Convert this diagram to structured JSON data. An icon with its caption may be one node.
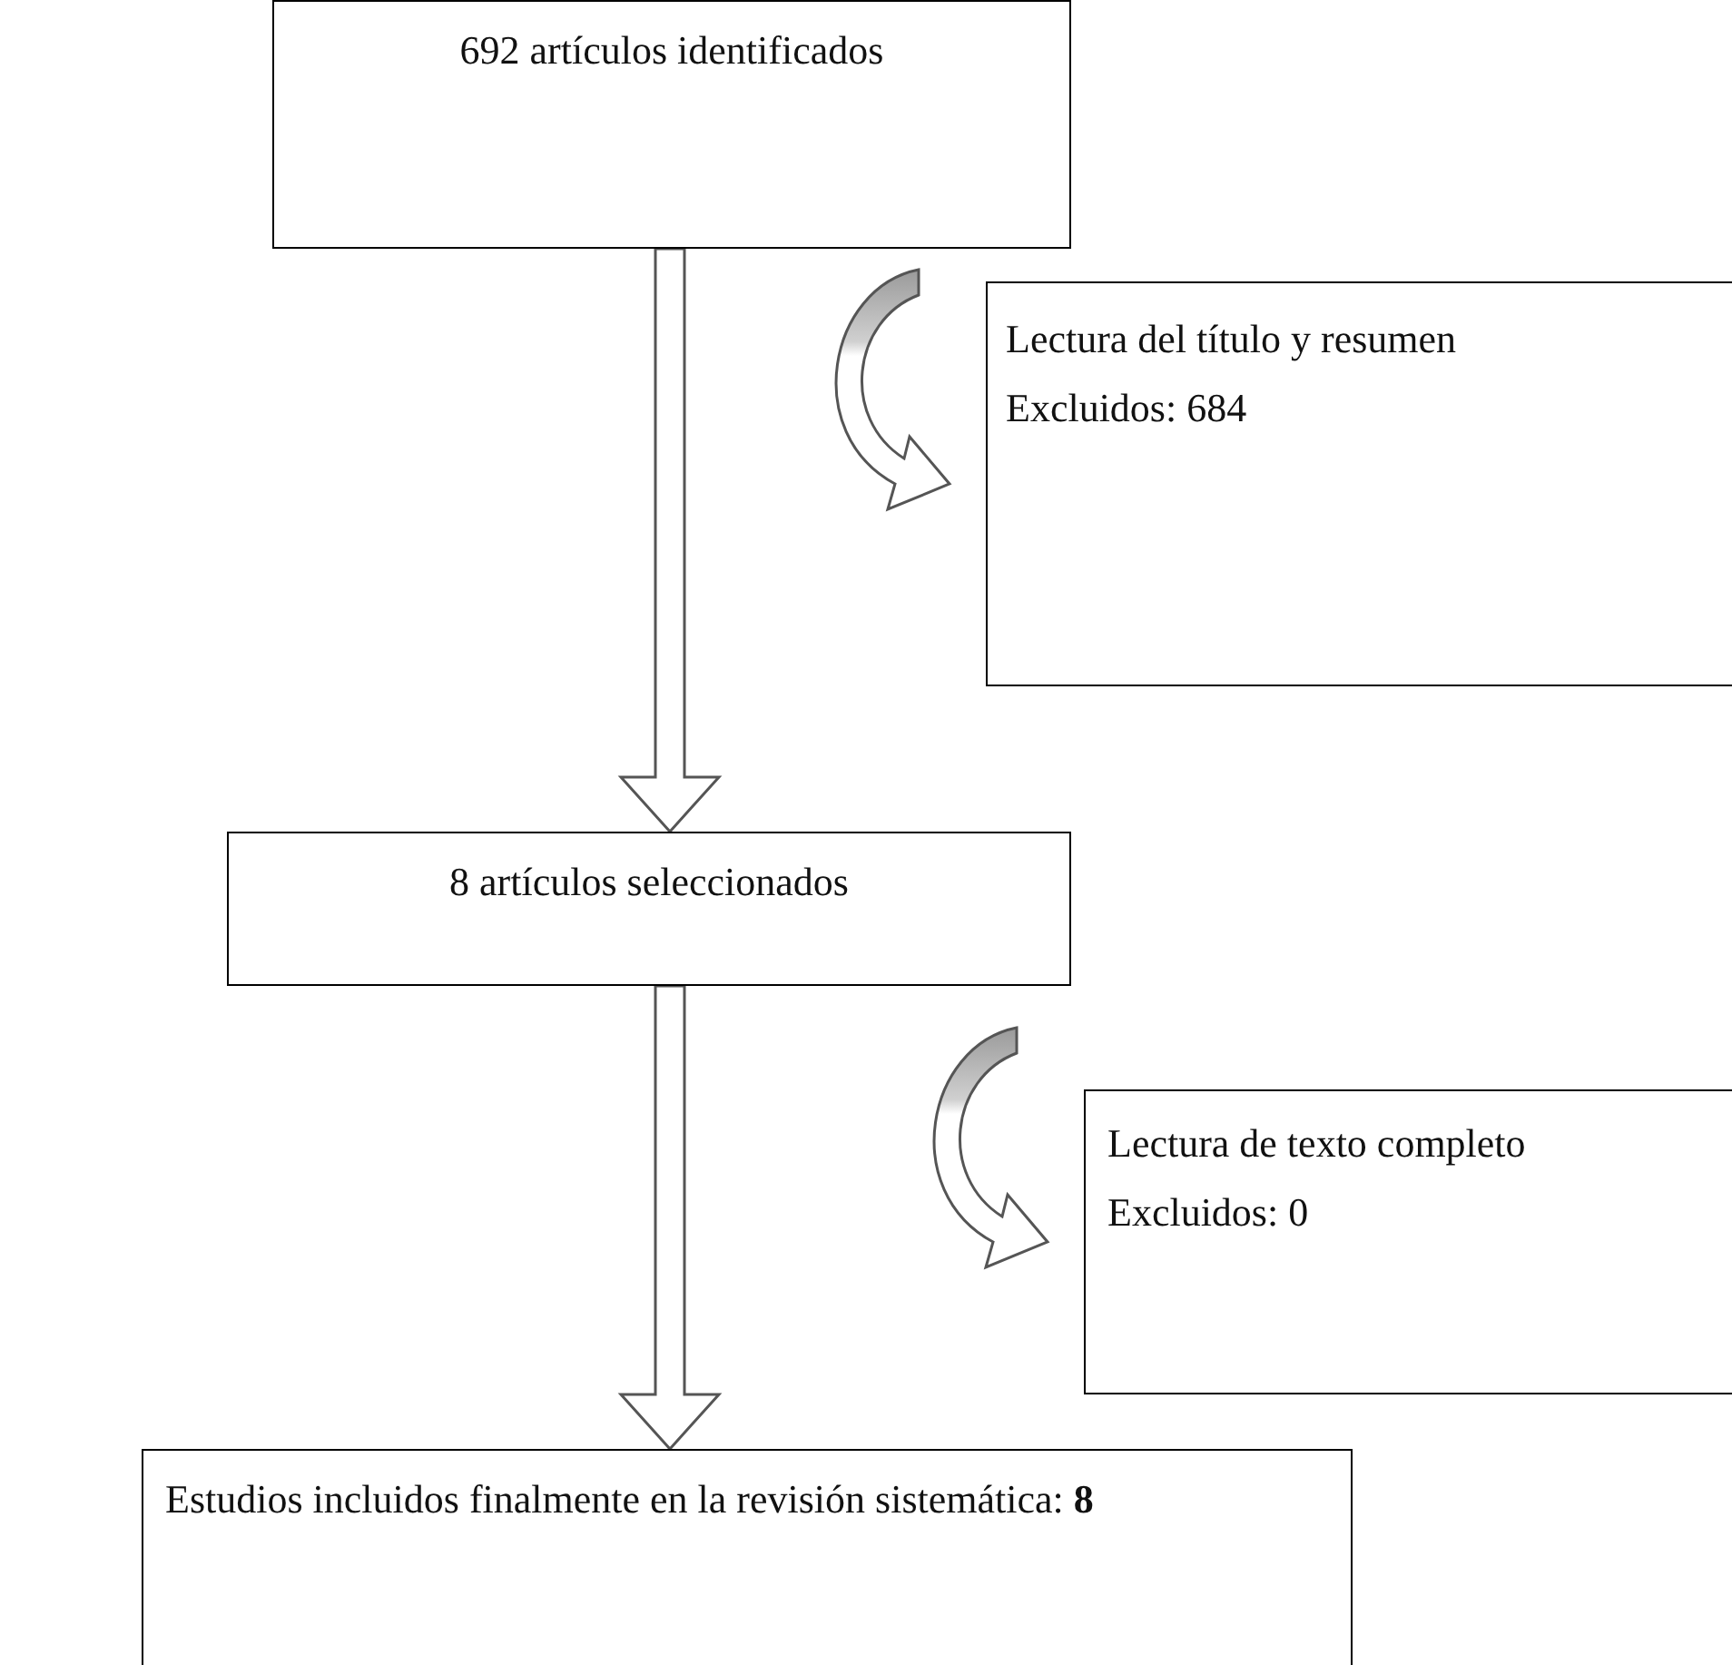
{
  "diagram": {
    "nodes": [
      {
        "text": [
          "692 artículos identificados"
        ]
      },
      {
        "text": [
          "Lectura del título y resumen",
          "Excluidos: 684"
        ]
      },
      {
        "text": [
          "8 artículos seleccionados"
        ]
      },
      {
        "text": [
          "Lectura de texto completo",
          "Excluidos: 0"
        ]
      },
      {
        "text": [
          "Estudios incluidos finalmente en la revisión sistemática: **8**"
        ]
      }
    ],
    "edges": [
      {
        "from": 0,
        "to": 2,
        "arrow": "to"
      },
      {
        "from": null,
        "to": 1,
        "arrow": "to"
      },
      {
        "from": 2,
        "to": 4,
        "arrow": "to"
      },
      {
        "from": null,
        "to": 3,
        "arrow": "to"
      }
    ]
  }
}
